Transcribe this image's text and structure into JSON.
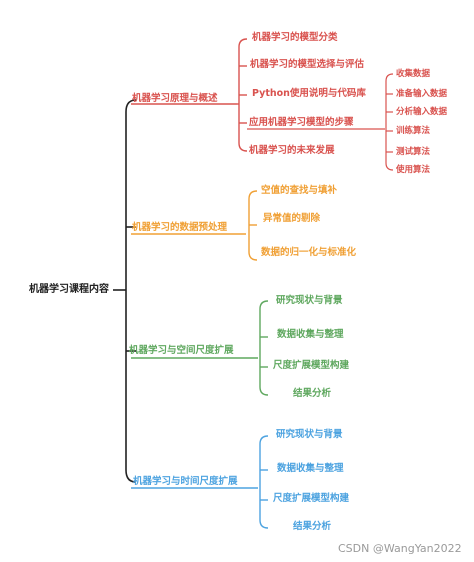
{
  "root": "机器学习课程内容",
  "colors": {
    "root_edge": "#222222",
    "branch1": "#d9534f",
    "branch2": "#f0a035",
    "branch3": "#5fa85f",
    "branch4": "#4da3e0"
  },
  "branches": [
    {
      "label": "机器学习原理与概述",
      "children": [
        "机器学习的模型分类",
        "机器学习的模型选择与评估",
        "Python使用说明与代码库",
        {
          "label": "应用机器学习模型的步骤",
          "children": [
            "收集数据",
            "准备输入数据",
            "分析输入数据",
            "训练算法",
            "测试算法",
            "使用算法"
          ]
        },
        "机器学习的未来发展"
      ]
    },
    {
      "label": "机器学习的数据预处理",
      "children": [
        "空值的查找与填补",
        "异常值的剔除",
        "数据的归一化与标准化"
      ]
    },
    {
      "label": "机器学习与空间尺度扩展",
      "children": [
        "研究现状与背景",
        "数据收集与整理",
        "尺度扩展模型构建",
        "结果分析"
      ]
    },
    {
      "label": "机器学习与时间尺度扩展",
      "children": [
        "研究现状与背景",
        "数据收集与整理",
        "尺度扩展模型构建",
        "结果分析"
      ]
    }
  ],
  "watermark": "CSDN @WangYan2022"
}
